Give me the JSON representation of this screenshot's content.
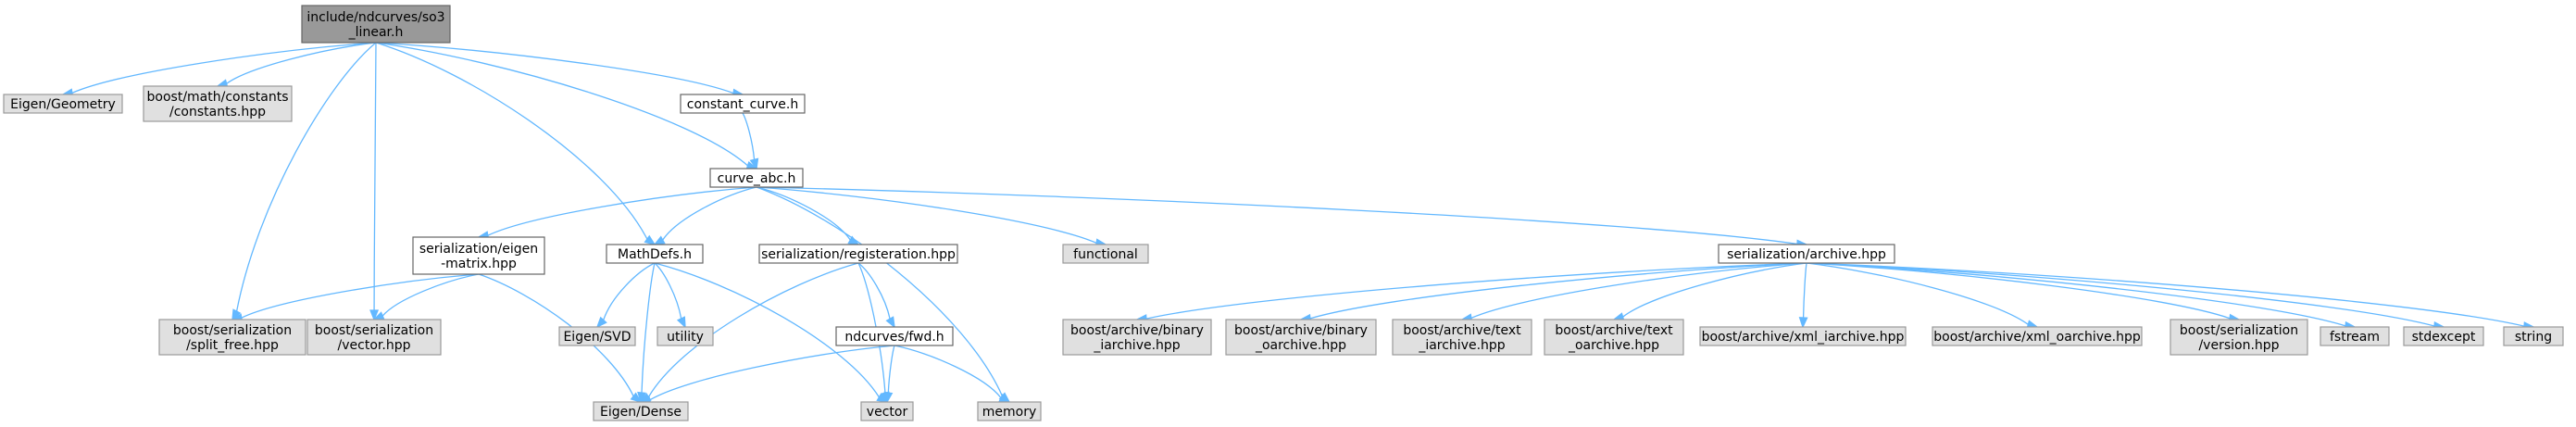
{
  "colors": {
    "root_fill": "#999999",
    "project_fill": "#ffffff",
    "external_fill": "#e0e0e0",
    "border_dark": "#666666",
    "border_light": "#999999",
    "edge": "#63b8ff"
  },
  "nodes": {
    "so3_linear": {
      "lines": [
        "include/ndcurves/so3",
        "_linear.h"
      ],
      "kind": "root"
    },
    "eigen_geometry": {
      "lines": [
        "Eigen/Geometry"
      ],
      "kind": "external"
    },
    "boost_constants": {
      "lines": [
        "boost/math/constants",
        "/constants.hpp"
      ],
      "kind": "external"
    },
    "constant_curve": {
      "lines": [
        "constant_curve.h"
      ],
      "kind": "project"
    },
    "curve_abc": {
      "lines": [
        "curve_abc.h"
      ],
      "kind": "project"
    },
    "ser_eigen_matrix": {
      "lines": [
        "serialization/eigen",
        "-matrix.hpp"
      ],
      "kind": "project"
    },
    "mathdefs": {
      "lines": [
        "MathDefs.h"
      ],
      "kind": "project"
    },
    "ser_registeration": {
      "lines": [
        "serialization/registeration.hpp"
      ],
      "kind": "project"
    },
    "functional": {
      "lines": [
        "functional"
      ],
      "kind": "external"
    },
    "ser_archive": {
      "lines": [
        "serialization/archive.hpp"
      ],
      "kind": "project"
    },
    "boost_split_free": {
      "lines": [
        "boost/serialization",
        "/split_free.hpp"
      ],
      "kind": "external"
    },
    "boost_vector": {
      "lines": [
        "boost/serialization",
        "/vector.hpp"
      ],
      "kind": "external"
    },
    "eigen_svd": {
      "lines": [
        "Eigen/SVD"
      ],
      "kind": "external"
    },
    "utility": {
      "lines": [
        "utility"
      ],
      "kind": "external"
    },
    "ndcurves_fwd": {
      "lines": [
        "ndcurves/fwd.h"
      ],
      "kind": "project"
    },
    "eigen_dense": {
      "lines": [
        "Eigen/Dense"
      ],
      "kind": "external"
    },
    "vector": {
      "lines": [
        "vector"
      ],
      "kind": "external"
    },
    "memory": {
      "lines": [
        "memory"
      ],
      "kind": "external"
    },
    "bin_iarchive": {
      "lines": [
        "boost/archive/binary",
        "_iarchive.hpp"
      ],
      "kind": "external"
    },
    "bin_oarchive": {
      "lines": [
        "boost/archive/binary",
        "_oarchive.hpp"
      ],
      "kind": "external"
    },
    "text_iarchive": {
      "lines": [
        "boost/archive/text",
        "_iarchive.hpp"
      ],
      "kind": "external"
    },
    "text_oarchive": {
      "lines": [
        "boost/archive/text",
        "_oarchive.hpp"
      ],
      "kind": "external"
    },
    "xml_iarchive": {
      "lines": [
        "boost/archive/xml_iarchive.hpp"
      ],
      "kind": "external"
    },
    "xml_oarchive": {
      "lines": [
        "boost/archive/xml_oarchive.hpp"
      ],
      "kind": "external"
    },
    "boost_version": {
      "lines": [
        "boost/serialization",
        "/version.hpp"
      ],
      "kind": "external"
    },
    "fstream": {
      "lines": [
        "fstream"
      ],
      "kind": "external"
    },
    "stdexcept": {
      "lines": [
        "stdexcept"
      ],
      "kind": "external"
    },
    "string": {
      "lines": [
        "string"
      ],
      "kind": "external"
    }
  },
  "edges": [
    [
      "so3_linear",
      "eigen_geometry"
    ],
    [
      "so3_linear",
      "boost_constants"
    ],
    [
      "so3_linear",
      "constant_curve"
    ],
    [
      "so3_linear",
      "curve_abc"
    ],
    [
      "so3_linear",
      "mathdefs"
    ],
    [
      "so3_linear",
      "boost_split_free"
    ],
    [
      "so3_linear",
      "boost_vector"
    ],
    [
      "constant_curve",
      "curve_abc"
    ],
    [
      "curve_abc",
      "ser_eigen_matrix"
    ],
    [
      "curve_abc",
      "mathdefs"
    ],
    [
      "curve_abc",
      "ser_registeration"
    ],
    [
      "curve_abc",
      "memory"
    ],
    [
      "curve_abc",
      "functional"
    ],
    [
      "curve_abc",
      "ser_archive"
    ],
    [
      "ser_eigen_matrix",
      "boost_split_free"
    ],
    [
      "ser_eigen_matrix",
      "boost_vector"
    ],
    [
      "ser_eigen_matrix",
      "eigen_dense"
    ],
    [
      "mathdefs",
      "eigen_dense"
    ],
    [
      "mathdefs",
      "eigen_svd"
    ],
    [
      "mathdefs",
      "utility"
    ],
    [
      "mathdefs",
      "vector"
    ],
    [
      "ser_registeration",
      "eigen_dense"
    ],
    [
      "ser_registeration",
      "ndcurves_fwd"
    ],
    [
      "ser_registeration",
      "vector"
    ],
    [
      "ndcurves_fwd",
      "eigen_dense"
    ],
    [
      "ndcurves_fwd",
      "vector"
    ],
    [
      "ndcurves_fwd",
      "memory"
    ],
    [
      "ser_archive",
      "bin_iarchive"
    ],
    [
      "ser_archive",
      "bin_oarchive"
    ],
    [
      "ser_archive",
      "text_iarchive"
    ],
    [
      "ser_archive",
      "text_oarchive"
    ],
    [
      "ser_archive",
      "xml_iarchive"
    ],
    [
      "ser_archive",
      "xml_oarchive"
    ],
    [
      "ser_archive",
      "boost_version"
    ],
    [
      "ser_archive",
      "fstream"
    ],
    [
      "ser_archive",
      "stdexcept"
    ],
    [
      "ser_archive",
      "string"
    ]
  ]
}
